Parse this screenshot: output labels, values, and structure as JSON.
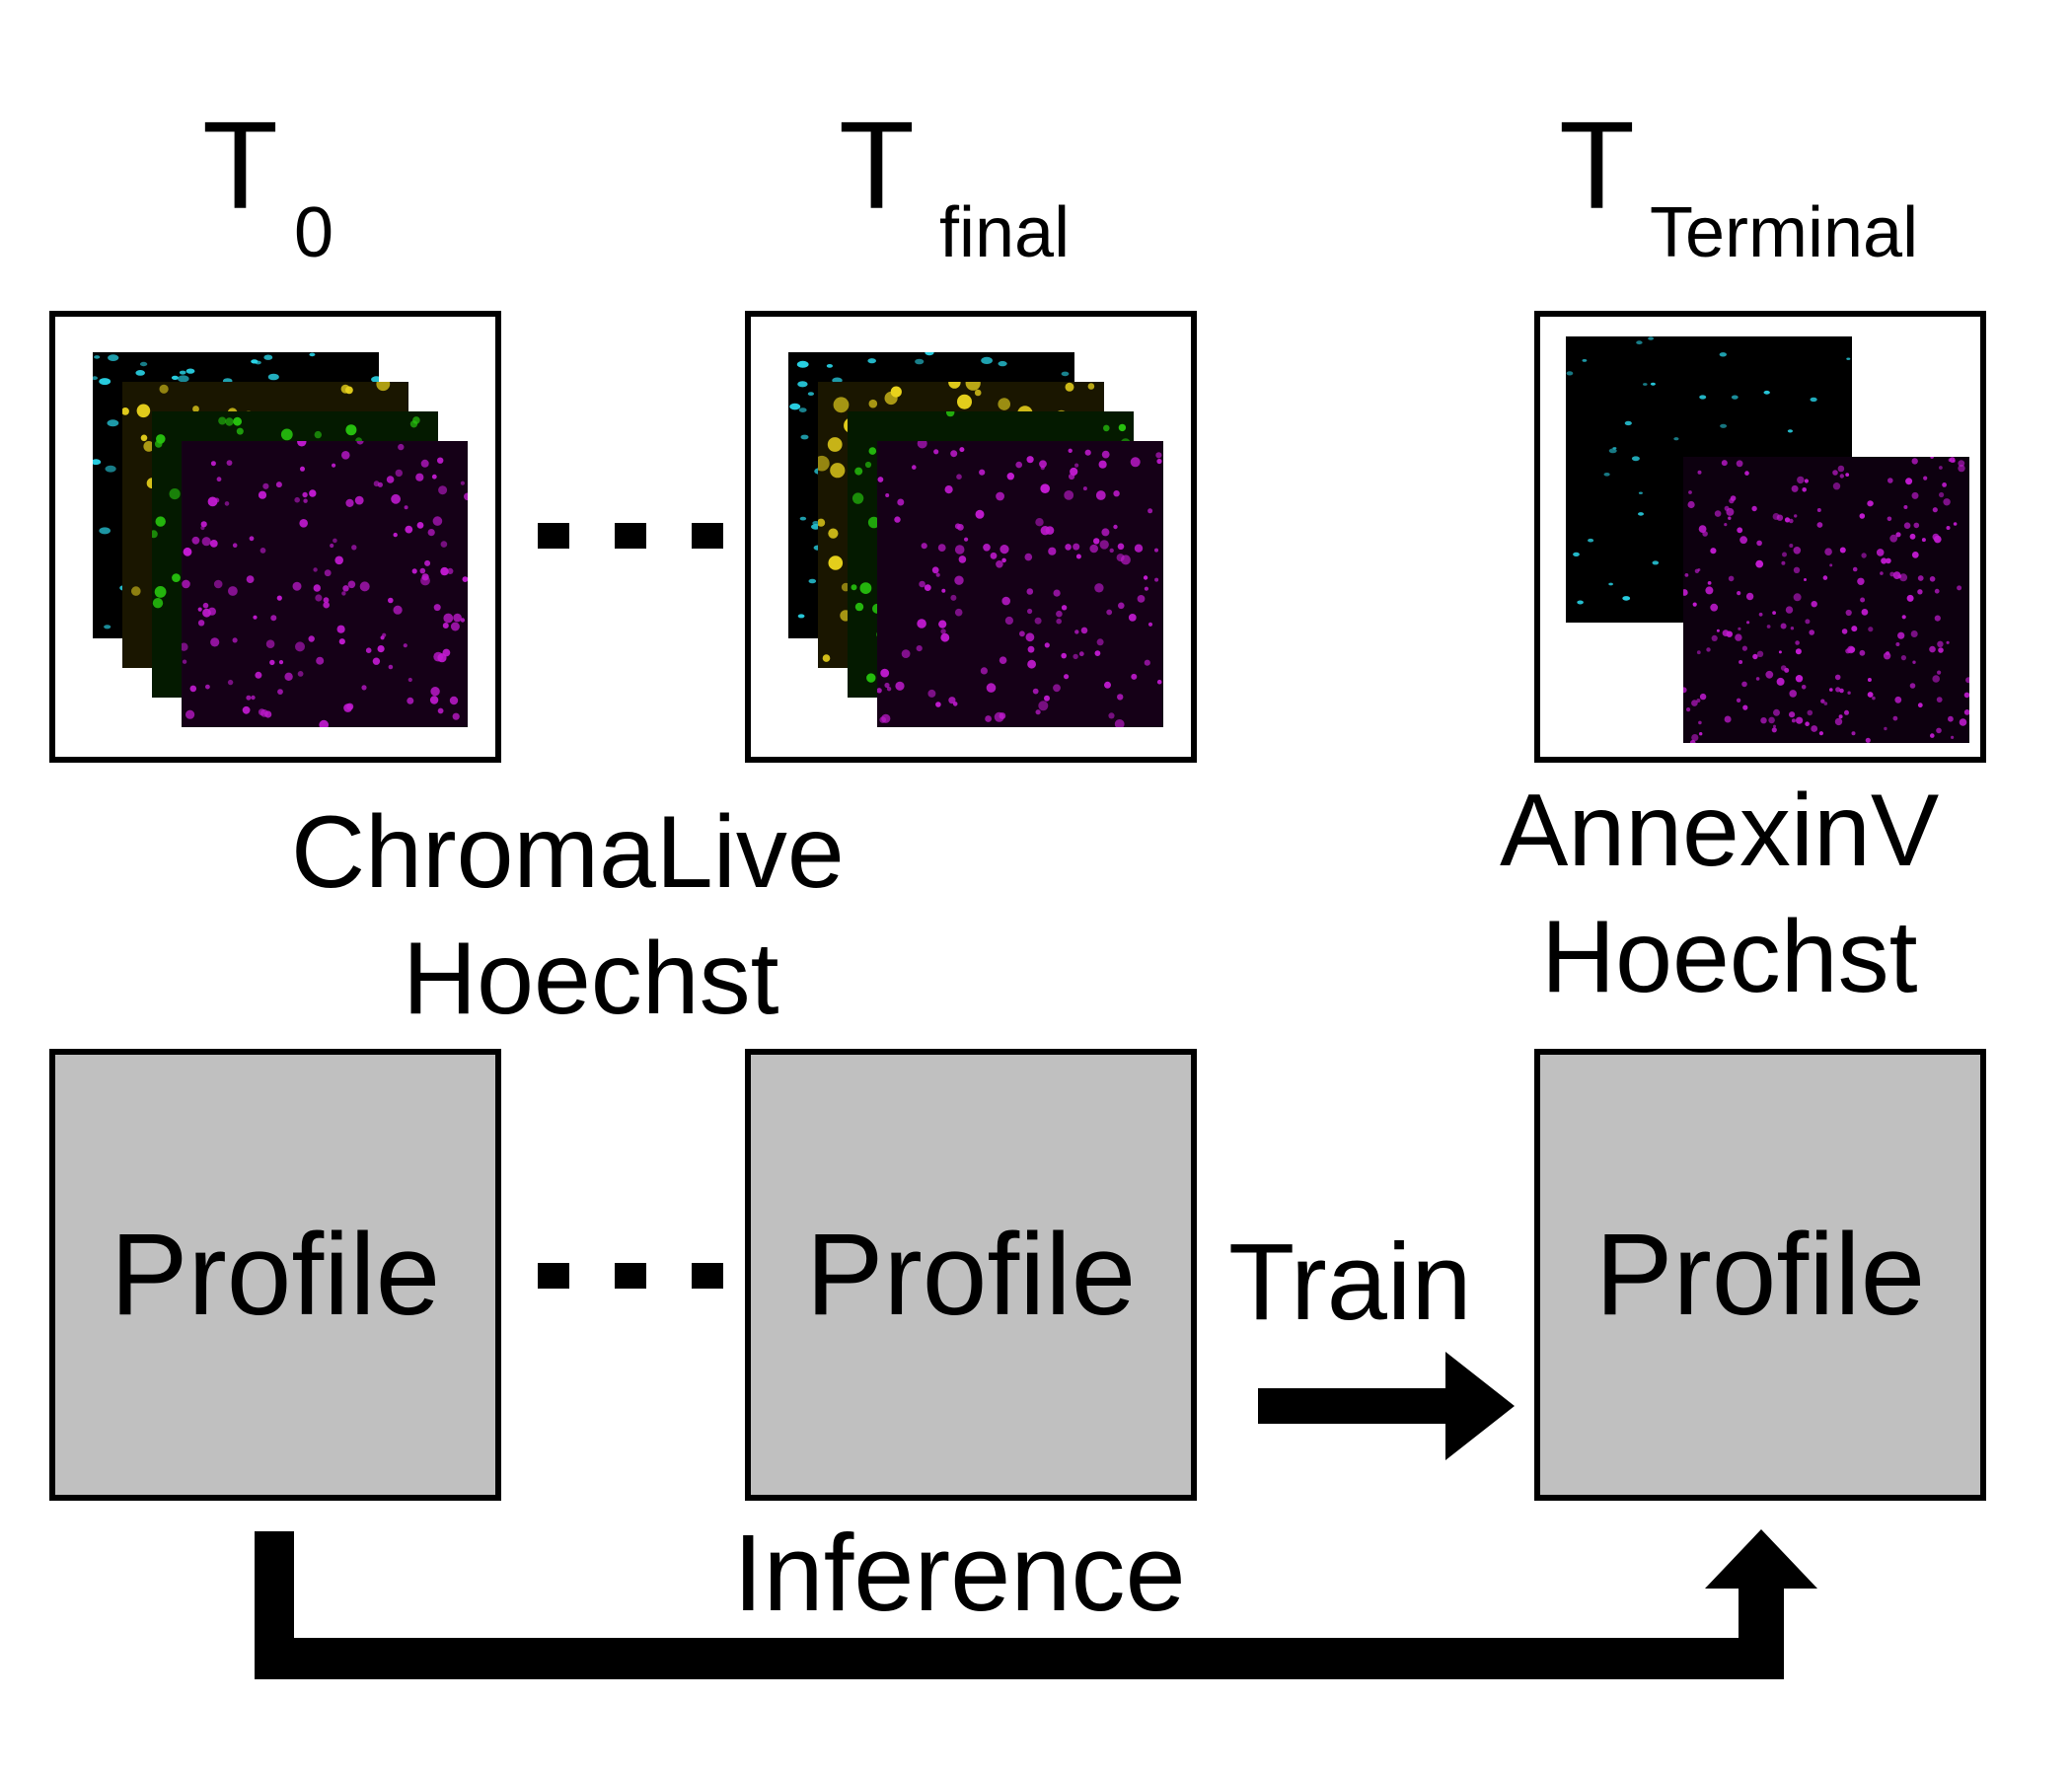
{
  "timepoints": [
    {
      "main": "T",
      "sub": "0"
    },
    {
      "main": "T",
      "sub": "final"
    },
    {
      "main": "T",
      "sub": "Terminal"
    }
  ],
  "captions": {
    "left_line1": "ChromaLive",
    "left_line2": "Hoechst",
    "right_line1": "AnnexinV",
    "right_line2": "Hoechst"
  },
  "profiles": [
    "Profile",
    "Profile",
    "Profile"
  ],
  "arrows": {
    "train": "Train",
    "inference": "Inference"
  },
  "channel_colors": {
    "hoechst": "#29d3e6",
    "yellow": "#e8d21c",
    "green": "#27c20e",
    "magenta": "#c21ad1",
    "annexin": "#c21ad1"
  }
}
